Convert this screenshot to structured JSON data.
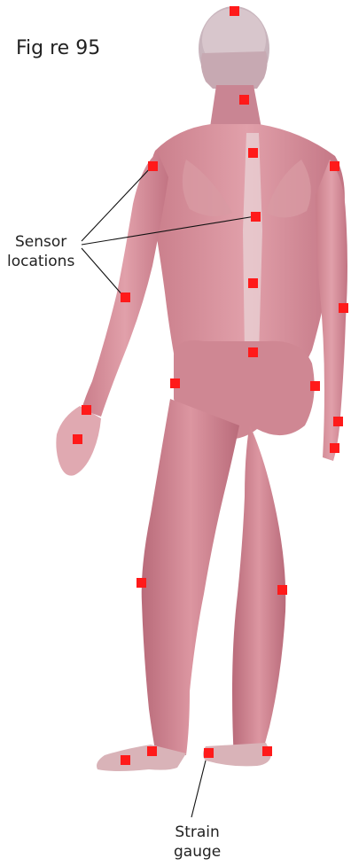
{
  "figure": {
    "title": "Fig  re 95",
    "sensor_label_line1": "Sensor",
    "sensor_label_line2": "locations",
    "strain_label_line1": "Strain",
    "strain_label_line2": "gauge"
  },
  "colors": {
    "skin": "#d98f9b",
    "skin_dark": "#b86a78",
    "skin_light": "#efc3c7",
    "tendon": "#e8d8d8",
    "sensor": "#ff1a1a"
  },
  "sensors": [
    {
      "name": "sensor-head"
    },
    {
      "name": "sensor-neck"
    },
    {
      "name": "sensor-upper-back"
    },
    {
      "name": "sensor-left-shoulder"
    },
    {
      "name": "sensor-right-shoulder"
    },
    {
      "name": "sensor-mid-back"
    },
    {
      "name": "sensor-left-elbow"
    },
    {
      "name": "sensor-lower-back"
    },
    {
      "name": "sensor-right-elbow"
    },
    {
      "name": "sensor-sacrum"
    },
    {
      "name": "sensor-left-hip"
    },
    {
      "name": "sensor-right-hip"
    },
    {
      "name": "sensor-left-wrist"
    },
    {
      "name": "sensor-left-hand"
    },
    {
      "name": "sensor-right-wrist"
    },
    {
      "name": "sensor-right-hand"
    },
    {
      "name": "sensor-left-knee"
    },
    {
      "name": "sensor-right-knee"
    },
    {
      "name": "sensor-left-ankle"
    },
    {
      "name": "sensor-left-foot"
    },
    {
      "name": "sensor-right-ankle"
    },
    {
      "name": "sensor-right-heel"
    }
  ]
}
